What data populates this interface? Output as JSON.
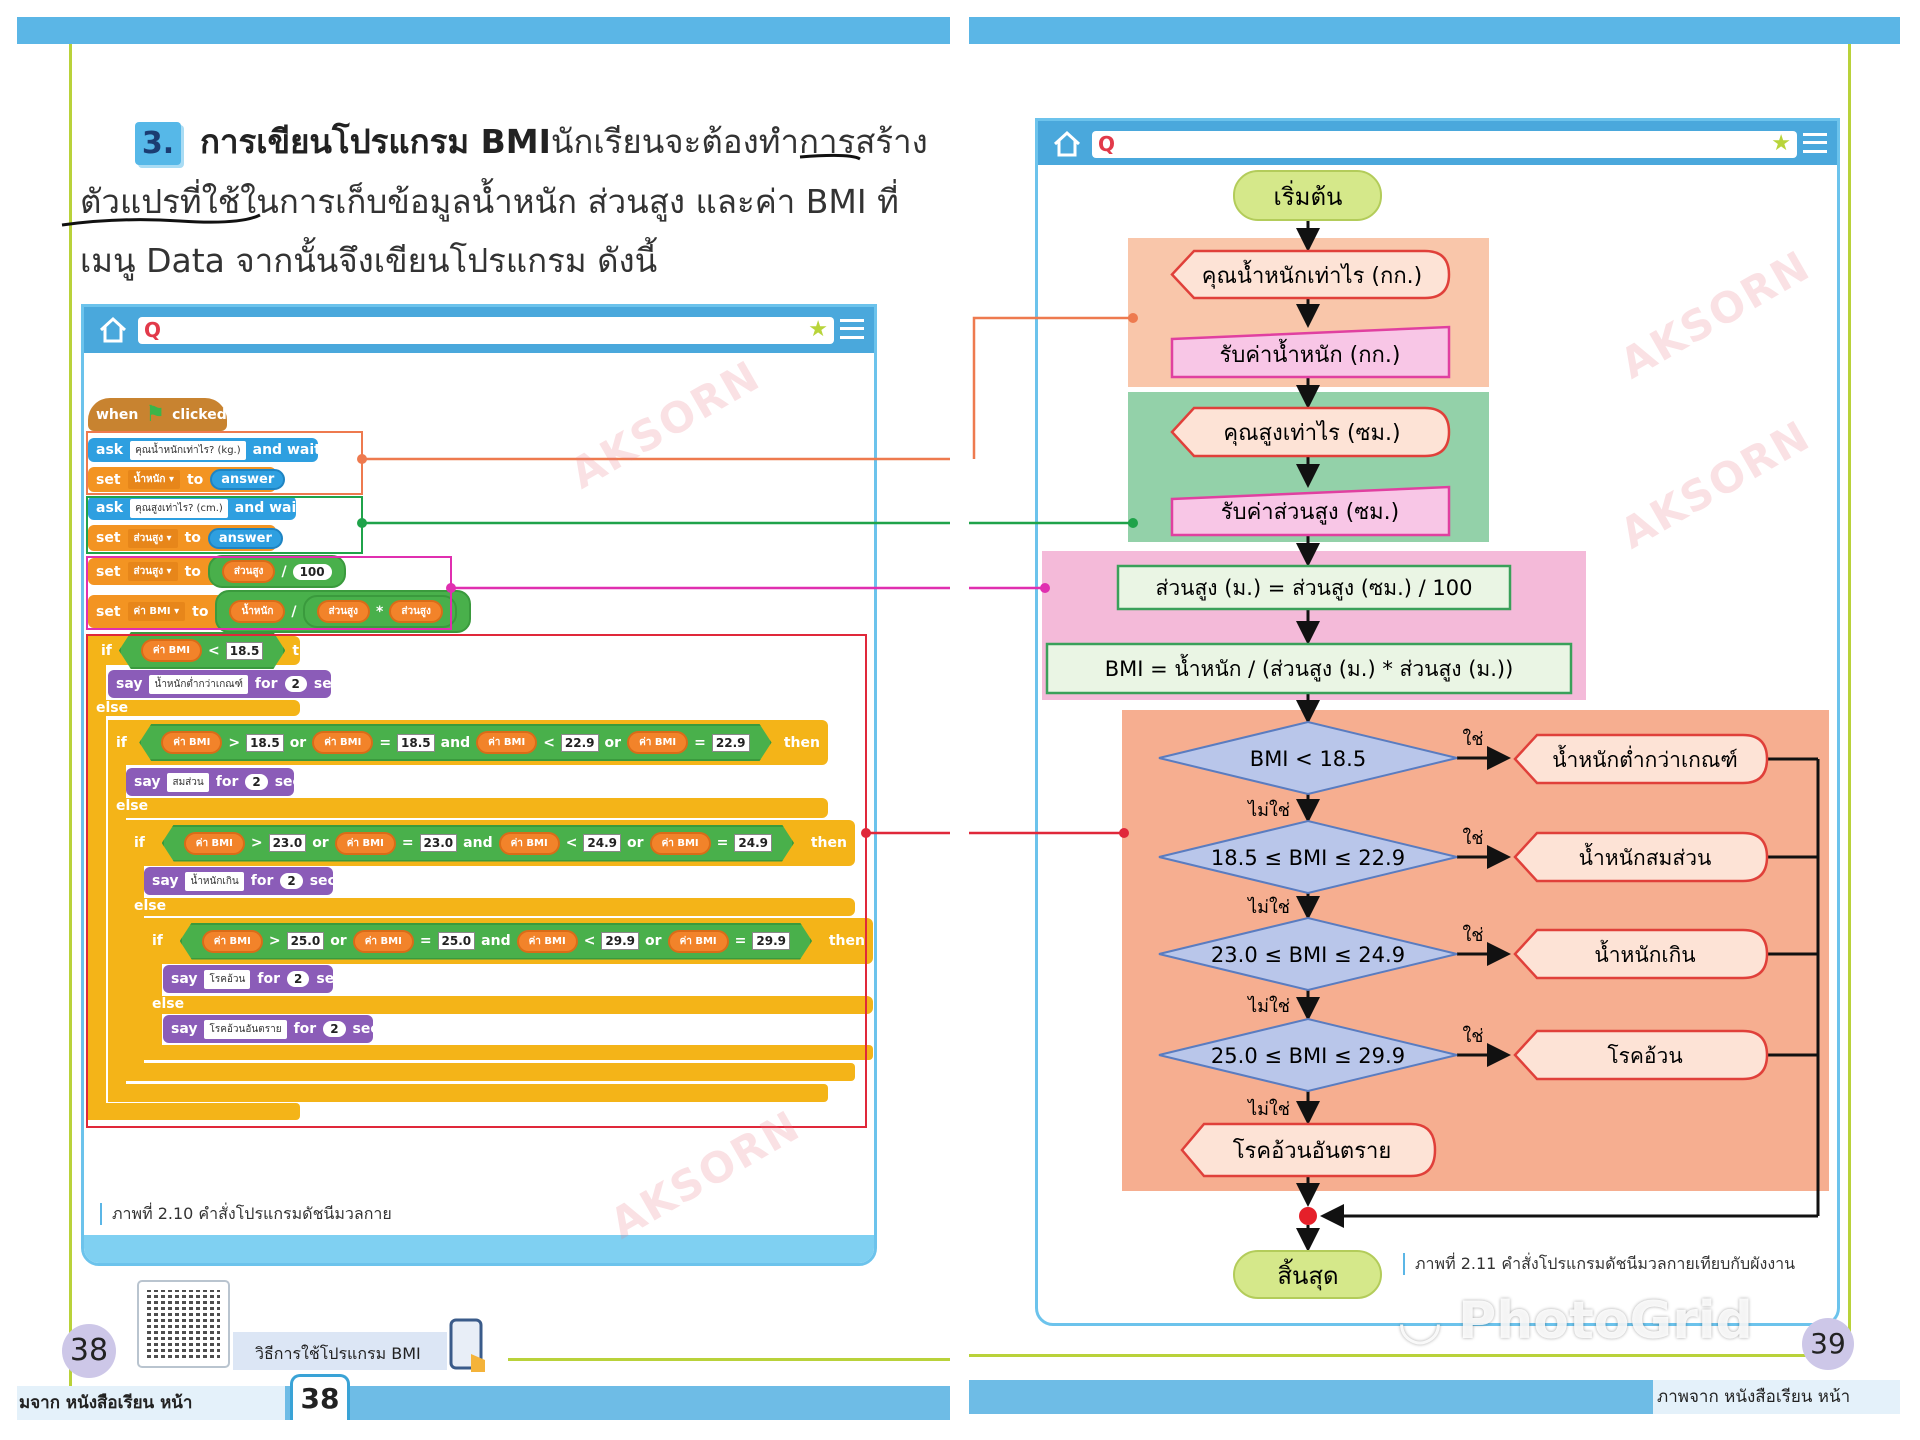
{
  "left_page": {
    "step_number": "3.",
    "heading_bold": "การเขียนโปรแกรม BMI",
    "heading_line1_rest": "นักเรียนจะต้องทำการสร้าง",
    "heading_line2": "ตัวแปรที่ใช้ในการเก็บข้อมูลน้ำหนัก ส่วนสูง และค่า BMI ที่",
    "heading_line3": "เมนู Data จากนั้นจึงเขียนโปรแกรม ดังนี้",
    "caption": "ภาพที่ 2.10 คำสั่งโปรแกรมดัชนีมวลกาย",
    "page_number": "38",
    "qr_label": "วิธีการใช้โปรแกรม BMI",
    "footer_text": "มจาก หนังสือเรียน หน้า",
    "footer_page": "38"
  },
  "scratch": {
    "blocks": [
      {
        "cat": "events",
        "segs": [
          {
            "t": "k",
            "v": "when"
          },
          {
            "t": "flag"
          },
          {
            "t": "k",
            "v": "clicked"
          }
        ]
      },
      {
        "cat": "sense",
        "segs": [
          {
            "t": "k",
            "v": "ask"
          },
          {
            "t": "i",
            "v": "คุณน้ำหนักเท่าไร? (kg.)"
          },
          {
            "t": "k",
            "v": "and wait"
          }
        ]
      },
      {
        "cat": "data",
        "segs": [
          {
            "t": "k",
            "v": "set"
          },
          {
            "t": "d",
            "v": "น้ำหนัก ▾"
          },
          {
            "t": "k",
            "v": "to"
          },
          {
            "t": "b",
            "v": "answer"
          }
        ]
      },
      {
        "cat": "sense",
        "segs": [
          {
            "t": "k",
            "v": "ask"
          },
          {
            "t": "i",
            "v": "คุณสูงเท่าไร? (cm.)"
          },
          {
            "t": "k",
            "v": "and wait"
          }
        ]
      },
      {
        "cat": "data",
        "segs": [
          {
            "t": "k",
            "v": "set"
          },
          {
            "t": "d",
            "v": "ส่วนสูง ▾"
          },
          {
            "t": "k",
            "v": "to"
          },
          {
            "t": "b",
            "v": "answer"
          }
        ]
      },
      {
        "cat": "data",
        "segs": [
          {
            "t": "k",
            "v": "set"
          },
          {
            "t": "d",
            "v": "ส่วนสูง ▾"
          },
          {
            "t": "k",
            "v": "to"
          },
          {
            "t": "g",
            "segs": [
              {
                "t": "r",
                "v": "ส่วนสูง"
              },
              {
                "t": "k",
                "v": "/"
              },
              {
                "t": "n",
                "v": "100"
              }
            ]
          }
        ]
      },
      {
        "cat": "data",
        "segs": [
          {
            "t": "k",
            "v": "set"
          },
          {
            "t": "d",
            "v": "ค่า BMI ▾"
          },
          {
            "t": "k",
            "v": "to"
          },
          {
            "t": "g",
            "segs": [
              {
                "t": "r",
                "v": "น้ำหนัก"
              },
              {
                "t": "k",
                "v": "/"
              },
              {
                "t": "g",
                "segs": [
                  {
                    "t": "r",
                    "v": "ส่วนสูง"
                  },
                  {
                    "t": "k",
                    "v": "*"
                  },
                  {
                    "t": "r",
                    "v": "ส่วนสูง"
                  }
                ]
              }
            ]
          }
        ]
      },
      {
        "cat": "ctrl",
        "segs": [
          {
            "t": "k",
            "v": "if"
          },
          {
            "t": "c",
            "segs": [
              {
                "t": "r",
                "v": "ค่า BMI"
              },
              {
                "t": "k",
                "v": "<"
              },
              {
                "t": "num",
                "v": "18.5"
              }
            ]
          },
          {
            "t": "k",
            "v": "then"
          }
        ]
      },
      {
        "cat": "looks",
        "segs": [
          {
            "t": "k",
            "v": "say"
          },
          {
            "t": "i",
            "v": "น้ำหนักต่ำกว่าเกณฑ์"
          },
          {
            "t": "k",
            "v": "for"
          },
          {
            "t": "n",
            "v": "2"
          },
          {
            "t": "k",
            "v": "secs"
          }
        ]
      },
      {
        "cat": "ctrl",
        "segs": [
          {
            "t": "k",
            "v": "else"
          }
        ]
      },
      {
        "cat": "ctrl",
        "segs": [
          {
            "t": "k",
            "v": "if"
          },
          {
            "t": "c",
            "segs": [
              {
                "t": "r",
                "v": "ค่า BMI"
              },
              {
                "t": "k",
                "v": ">"
              },
              {
                "t": "num",
                "v": "18.5"
              },
              {
                "t": "k",
                "v": "or"
              },
              {
                "t": "r",
                "v": "ค่า BMI"
              },
              {
                "t": "k",
                "v": "="
              },
              {
                "t": "num",
                "v": "18.5"
              },
              {
                "t": "k",
                "v": "and"
              },
              {
                "t": "r",
                "v": "ค่า BMI"
              },
              {
                "t": "k",
                "v": "<"
              },
              {
                "t": "num",
                "v": "22.9"
              },
              {
                "t": "k",
                "v": "or"
              },
              {
                "t": "r",
                "v": "ค่า BMI"
              },
              {
                "t": "k",
                "v": "="
              },
              {
                "t": "num",
                "v": "22.9"
              }
            ]
          },
          {
            "t": "k",
            "v": "then"
          }
        ]
      },
      {
        "cat": "looks",
        "segs": [
          {
            "t": "k",
            "v": "say"
          },
          {
            "t": "i",
            "v": "สมส่วน"
          },
          {
            "t": "k",
            "v": "for"
          },
          {
            "t": "n",
            "v": "2"
          },
          {
            "t": "k",
            "v": "secs"
          }
        ]
      },
      {
        "cat": "ctrl",
        "segs": [
          {
            "t": "k",
            "v": "else"
          }
        ]
      },
      {
        "cat": "ctrl",
        "segs": [
          {
            "t": "k",
            "v": "if"
          },
          {
            "t": "c",
            "segs": [
              {
                "t": "r",
                "v": "ค่า BMI"
              },
              {
                "t": "k",
                "v": ">"
              },
              {
                "t": "num",
                "v": "23.0"
              },
              {
                "t": "k",
                "v": "or"
              },
              {
                "t": "r",
                "v": "ค่า BMI"
              },
              {
                "t": "k",
                "v": "="
              },
              {
                "t": "num",
                "v": "23.0"
              },
              {
                "t": "k",
                "v": "and"
              },
              {
                "t": "r",
                "v": "ค่า BMI"
              },
              {
                "t": "k",
                "v": "<"
              },
              {
                "t": "num",
                "v": "24.9"
              },
              {
                "t": "k",
                "v": "or"
              },
              {
                "t": "r",
                "v": "ค่า BMI"
              },
              {
                "t": "k",
                "v": "="
              },
              {
                "t": "num",
                "v": "24.9"
              }
            ]
          },
          {
            "t": "k",
            "v": "then"
          }
        ]
      },
      {
        "cat": "looks",
        "segs": [
          {
            "t": "k",
            "v": "say"
          },
          {
            "t": "i",
            "v": "น้ำหนักเกิน"
          },
          {
            "t": "k",
            "v": "for"
          },
          {
            "t": "n",
            "v": "2"
          },
          {
            "t": "k",
            "v": "secs"
          }
        ]
      },
      {
        "cat": "ctrl",
        "segs": [
          {
            "t": "k",
            "v": "else"
          }
        ]
      },
      {
        "cat": "ctrl",
        "segs": [
          {
            "t": "k",
            "v": "if"
          },
          {
            "t": "c",
            "segs": [
              {
                "t": "r",
                "v": "ค่า BMI"
              },
              {
                "t": "k",
                "v": ">"
              },
              {
                "t": "num",
                "v": "25.0"
              },
              {
                "t": "k",
                "v": "or"
              },
              {
                "t": "r",
                "v": "ค่า BMI"
              },
              {
                "t": "k",
                "v": "="
              },
              {
                "t": "num",
                "v": "25.0"
              },
              {
                "t": "k",
                "v": "and"
              },
              {
                "t": "r",
                "v": "ค่า BMI"
              },
              {
                "t": "k",
                "v": "<"
              },
              {
                "t": "num",
                "v": "29.9"
              },
              {
                "t": "k",
                "v": "or"
              },
              {
                "t": "r",
                "v": "ค่า BMI"
              },
              {
                "t": "k",
                "v": "="
              },
              {
                "t": "num",
                "v": "29.9"
              }
            ]
          },
          {
            "t": "k",
            "v": "then"
          }
        ]
      },
      {
        "cat": "looks",
        "segs": [
          {
            "t": "k",
            "v": "say"
          },
          {
            "t": "i",
            "v": "โรคอ้วน"
          },
          {
            "t": "k",
            "v": "for"
          },
          {
            "t": "n",
            "v": "2"
          },
          {
            "t": "k",
            "v": "secs"
          }
        ]
      },
      {
        "cat": "ctrl",
        "segs": [
          {
            "t": "k",
            "v": "else"
          }
        ]
      },
      {
        "cat": "looks",
        "segs": [
          {
            "t": "k",
            "v": "say"
          },
          {
            "t": "i",
            "v": "โรคอ้วนอันตราย"
          },
          {
            "t": "k",
            "v": "for"
          },
          {
            "t": "n",
            "v": "2"
          },
          {
            "t": "k",
            "v": "secs"
          }
        ]
      }
    ]
  },
  "flowchart": {
    "start": "เริ่มต้น",
    "ask_weight": "คุณน้ำหนักเท่าไร (กก.)",
    "input_weight": "รับค่าน้ำหนัก (กก.)",
    "ask_height": "คุณสูงเท่าไร (ซม.)",
    "input_height": "รับค่าส่วนสูง (ซม.)",
    "process_height": "ส่วนสูง (ม.) = ส่วนสูง (ซม.) / 100",
    "process_bmi": "BMI = น้ำหนัก / (ส่วนสูง (ม.) * ส่วนสูง (ม.))",
    "decisions": [
      "BMI < 18.5",
      "18.5 ≤ BMI ≤ 22.9",
      "23.0 ≤ BMI ≤ 24.9",
      "25.0 ≤ BMI ≤ 29.9"
    ],
    "outputs": [
      "น้ำหนักต่ำกว่าเกณฑ์",
      "น้ำหนักสมส่วน",
      "น้ำหนักเกิน",
      "โรคอ้วน"
    ],
    "final_output": "โรคอ้วนอันตราย",
    "yes_label": "ใช่",
    "no_label": "ไม่ใช่",
    "end": "สิ้นสุด",
    "caption": "ภาพที่ 2.11 คำสั่งโปรแกรมดัชนีมวลกายเทียบกับผังงาน"
  },
  "right_page": {
    "page_number": "39",
    "footer_text": "ภาพจาก หนังสือเรียน หน้า"
  },
  "watermarks": {
    "publisher": "AKSORN",
    "app": "PhotoGrid"
  },
  "colors": {
    "blue_bar": "#5bb6e6",
    "highlight_weight": "#ee7a4f",
    "highlight_height": "#1fa34a",
    "highlight_calc": "#e02fb0",
    "highlight_condition": "#e0283a"
  }
}
